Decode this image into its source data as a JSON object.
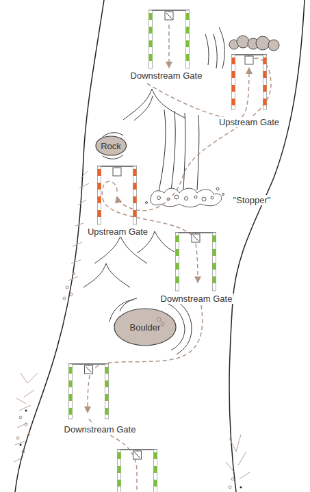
{
  "diagram": {
    "nodes": [
      {
        "text": [
          "Rock"
        ]
      },
      {
        "text": [
          "Boulder"
        ]
      }
    ],
    "labels": [
      "Downstream Gate",
      "Upstream Gate",
      "Upstream Gate",
      "\"Stopper\"",
      "Downstream Gate",
      "Downstream Gate"
    ]
  }
}
